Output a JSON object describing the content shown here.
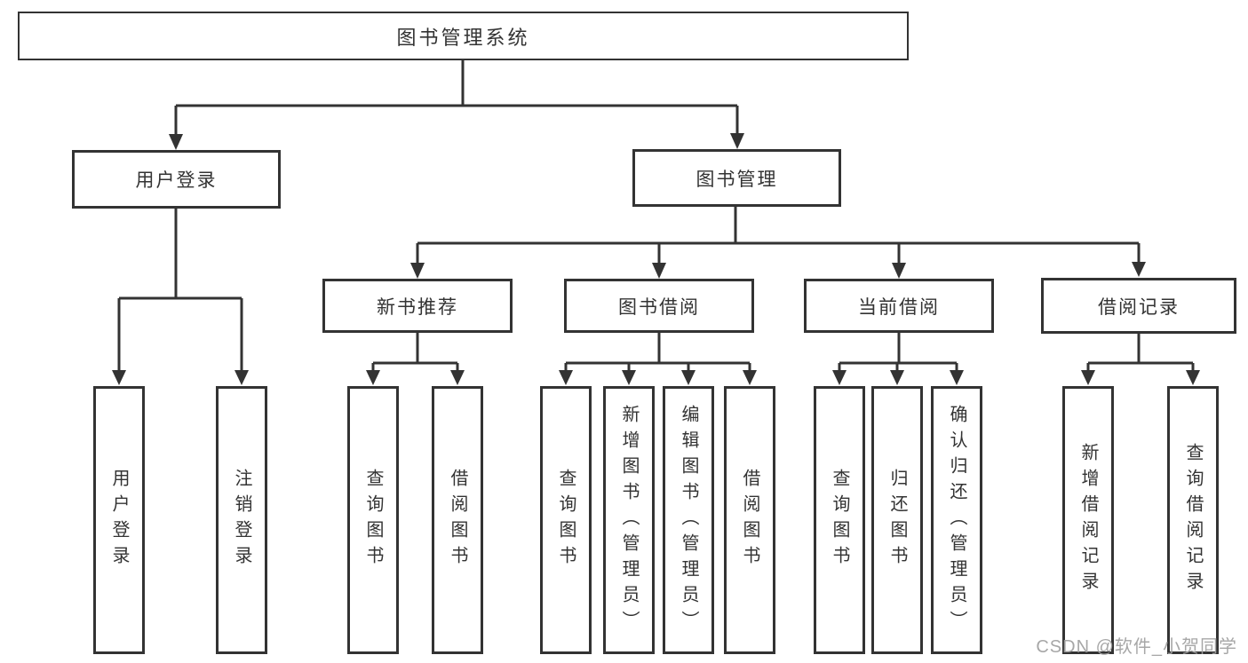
{
  "diagram": {
    "title": "图书管理系统",
    "nodes": {
      "root": "图书管理系统",
      "user_login": "用户登录",
      "book_mgmt": "图书管理",
      "new_book_rec": "新书推荐",
      "book_borrow": "图书借阅",
      "current_borrow": "当前借阅",
      "borrow_records": "借阅记录",
      "leaf_user_login": "用户登录",
      "leaf_logout": "注销登录",
      "rec_query_book": "查询图书",
      "rec_borrow_book": "借阅图书",
      "bb_query_book": "查询图书",
      "bb_add_book": "新增图书（管理员）",
      "bb_edit_book": "编辑图书（管理员）",
      "bb_borrow_book": "借阅图书",
      "cb_query_book": "查询图书",
      "cb_return_book": "归还图书",
      "cb_confirm_return": "确认归还（管理员）",
      "br_add_record": "新增借阅记录",
      "br_query_record": "查询借阅记录"
    },
    "line_color": "#333333",
    "box_fill": "#ffffff"
  },
  "watermark": "CSDN @软件_小贺同学"
}
